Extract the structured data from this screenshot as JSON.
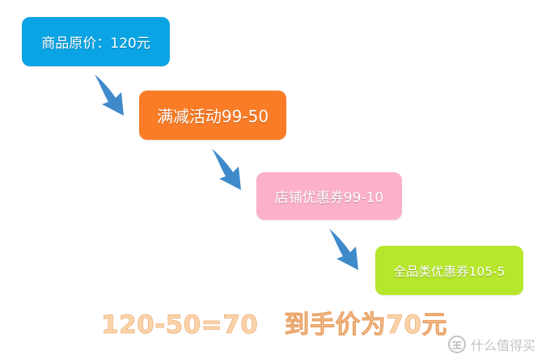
{
  "colors": {
    "step_1": "#0aa4e4",
    "step_2": "#fa7c27",
    "step_3": "#fcb0cb",
    "step_4": "#b7e72c",
    "arrow": "#3f8acb",
    "result_text": "#fbd3a8",
    "watermark": "#c3c3c3"
  },
  "steps": [
    {
      "label": "商品原价：120元"
    },
    {
      "label": "满减活动99-50"
    },
    {
      "label": "店铺优惠券99-10"
    },
    {
      "label": "全品类优惠券105-5"
    }
  ],
  "result": {
    "calculation": "120-50=70",
    "summary": "到手价为70元"
  },
  "watermark": {
    "icon": "zhi-logo-icon",
    "text": "什么值得买"
  }
}
